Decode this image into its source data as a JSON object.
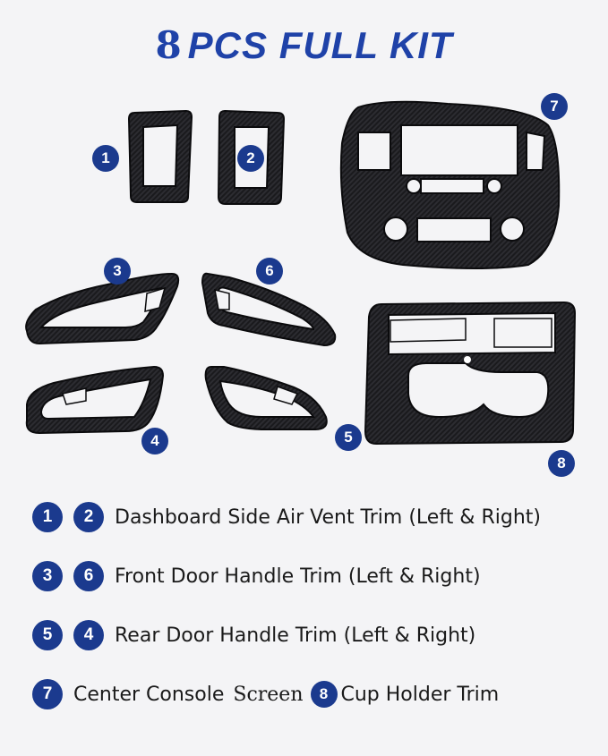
{
  "title": {
    "count": "8",
    "text": "PCS FULL KIT"
  },
  "badges": [
    "1",
    "2",
    "3",
    "4",
    "5",
    "6",
    "7",
    "8"
  ],
  "legend": [
    {
      "badges": [
        "1",
        "2"
      ],
      "text": "Dashboard Side Air Vent Trim (Left & Right)"
    },
    {
      "badges": [
        "3",
        "6"
      ],
      "text": "Front Door Handle Trim (Left & Right)"
    },
    {
      "badges": [
        "5",
        "4"
      ],
      "text": "Rear Door Handle Trim (Left & Right)"
    },
    {
      "badges": [
        "7"
      ],
      "text": "Center Console",
      "text_b": "Screen",
      "badge_b": "8",
      "text_c": "Cup Holder Trim"
    }
  ],
  "colors": {
    "brand_blue": "#1b3a8e",
    "title_blue": "#1f42a8",
    "trim": "#151518"
  },
  "icons": [
    "air-vent-trim-icon",
    "door-handle-trim-icon",
    "center-console-trim-icon",
    "cup-holder-trim-icon"
  ]
}
